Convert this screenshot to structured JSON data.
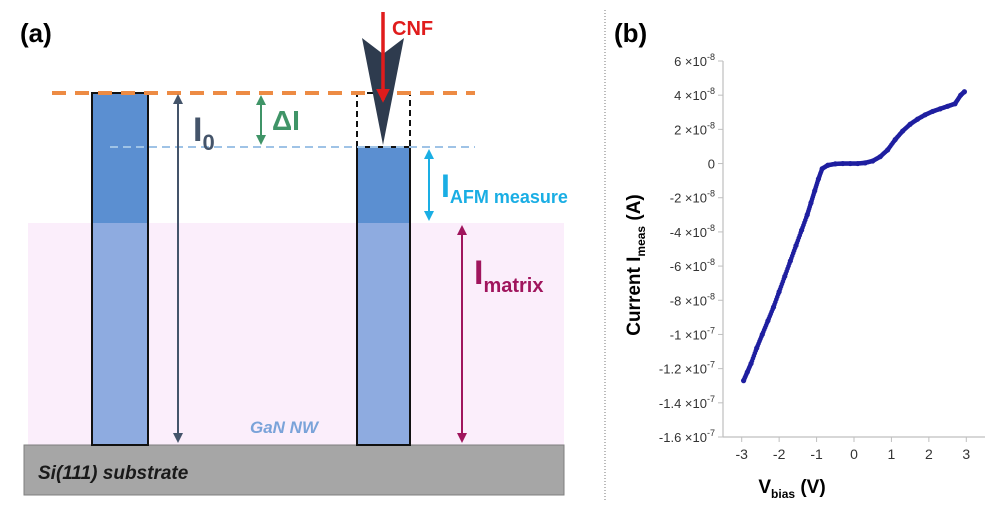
{
  "panel_a": {
    "label": "(a)",
    "tip_label": "CNF",
    "delta_label": "ΔI",
    "l0_main": "I",
    "l0_sub": "0",
    "afm_main": "I",
    "afm_sub": "AFM measure",
    "matrix_main": "I",
    "matrix_sub": "matrix",
    "wire_label": "GaN NW",
    "substrate_label": "Si(111) substrate",
    "colors": {
      "top_line": "#ed8b44",
      "height_line": "#9fc3e6",
      "wire_top": "#5b8fd1",
      "wire_bottom": "#8eabe0",
      "matrix_fill": "#fbeefb",
      "substrate": "#a6a6a6",
      "l0_arrow": "#44546a",
      "delta_arrow": "#3f9467",
      "afm_arrow": "#1aaee4",
      "matrix_arrow": "#a0155d",
      "tip": "#2e3b4e",
      "tip_arrow": "#e01c1c"
    }
  },
  "panel_b": {
    "label": "(b)",
    "chart_data": {
      "type": "scatter",
      "xlabel_main": "V",
      "xlabel_sub": "bias",
      "xlabel_unit": " (V)",
      "ylabel_main": "Current I",
      "ylabel_sub": "meas",
      "ylabel_unit": " (A)",
      "xlim": [
        -3.5,
        3.5
      ],
      "ylim": [
        -1.6e-07,
        6e-08
      ],
      "x_ticks": [
        {
          "value": -3,
          "label": "-3"
        },
        {
          "value": -2,
          "label": "-2"
        },
        {
          "value": -1,
          "label": "-1"
        },
        {
          "value": 0,
          "label": "0"
        },
        {
          "value": 1,
          "label": "1"
        },
        {
          "value": 2,
          "label": "2"
        },
        {
          "value": 3,
          "label": "3"
        }
      ],
      "y_ticks": [
        {
          "value": 6e-08,
          "mant": "6",
          "exp": "-8"
        },
        {
          "value": 4e-08,
          "mant": "4",
          "exp": "-8"
        },
        {
          "value": 2e-08,
          "mant": "2",
          "exp": "-8"
        },
        {
          "value": 0,
          "mant": "0",
          "exp": ""
        },
        {
          "value": -2e-08,
          "mant": "-2",
          "exp": "-8"
        },
        {
          "value": -4e-08,
          "mant": "-4",
          "exp": "-8"
        },
        {
          "value": -6e-08,
          "mant": "-6",
          "exp": "-8"
        },
        {
          "value": -8e-08,
          "mant": "-8",
          "exp": "-8"
        },
        {
          "value": -1e-07,
          "mant": "-1",
          "exp": "-7"
        },
        {
          "value": -1.2e-07,
          "mant": "-1.2",
          "exp": "-7"
        },
        {
          "value": -1.4e-07,
          "mant": "-1.4",
          "exp": "-7"
        },
        {
          "value": -1.6e-07,
          "mant": "-1.6",
          "exp": "-7"
        }
      ],
      "tick_times": "×10",
      "marker_color": "#1f1fa0",
      "series": [
        {
          "x": [
            -2.95,
            -2.85,
            -2.75,
            -2.6,
            -2.45,
            -2.3,
            -2.15,
            -2.0,
            -1.85,
            -1.7,
            -1.55,
            -1.4,
            -1.25,
            -1.15,
            -1.05,
            -0.95,
            -0.85,
            -0.7,
            -0.5,
            -0.3,
            -0.1,
            0.1,
            0.3,
            0.5,
            0.7,
            0.9,
            1.1,
            1.3,
            1.5,
            1.7,
            1.9,
            2.1,
            2.3,
            2.5,
            2.7,
            2.85,
            2.95
          ],
          "y": [
            -1.27e-07,
            -1.22e-07,
            -1.17e-07,
            -1.08e-07,
            -1e-07,
            -9.2e-08,
            -8.4e-08,
            -7.5e-08,
            -6.6e-08,
            -5.7e-08,
            -4.8e-08,
            -3.9e-08,
            -3e-08,
            -2.3e-08,
            -1.6e-08,
            -9e-09,
            -3e-09,
            -1e-09,
            -2e-10,
            0,
            0,
            0,
            4e-10,
            1.5e-09,
            4e-09,
            8e-09,
            1.4e-08,
            1.9e-08,
            2.3e-08,
            2.6e-08,
            2.85e-08,
            3.05e-08,
            3.2e-08,
            3.35e-08,
            3.5e-08,
            4e-08,
            4.2e-08
          ]
        }
      ]
    }
  }
}
